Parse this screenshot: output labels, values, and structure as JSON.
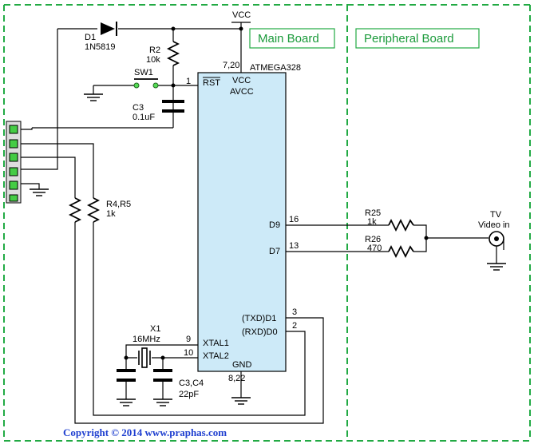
{
  "boards": {
    "main": "Main Board",
    "peripheral": "Peripheral Board",
    "border_color": "#22aa44"
  },
  "mcu": {
    "name": "ATMEGA328",
    "fill": "#cdeaf8",
    "pin_rst": "RST",
    "pin_vcc": "VCC",
    "pin_avcc": "AVCC",
    "pin_d9": "D9",
    "pin_d7": "D7",
    "pin_d1": "(TXD)D1",
    "pin_d0": "(RXD)D0",
    "pin_xtal1": "XTAL1",
    "pin_xtal2": "XTAL2",
    "pin_gnd": "GND",
    "num_vcc": "7,20",
    "num_rst": "1",
    "num_d9": "16",
    "num_d7": "13",
    "num_d1": "3",
    "num_d0": "2",
    "num_xtal1": "9",
    "num_xtal2": "10",
    "num_gnd": "8,22"
  },
  "power": {
    "vcc": "VCC"
  },
  "components": {
    "d1_ref": "D1",
    "d1_val": "1N5819",
    "r2_ref": "R2",
    "r2_val": "10k",
    "sw1_ref": "SW1",
    "c3_ref": "C3",
    "c3_val": "0.1uF",
    "r4r5_ref": "R4,R5",
    "r4r5_val": "1k",
    "x1_ref": "X1",
    "x1_val": "16MHz",
    "c3c4_ref": "C3,C4",
    "c3c4_val": "22pF",
    "r25_ref": "R25",
    "r25_val": "1k",
    "r26_ref": "R26",
    "r26_val": "470"
  },
  "tv": {
    "line1": "TV",
    "line2": "Video in"
  },
  "connector_color": "#44cc44",
  "copyright": "Copyright © 2014 www.praphas.com"
}
